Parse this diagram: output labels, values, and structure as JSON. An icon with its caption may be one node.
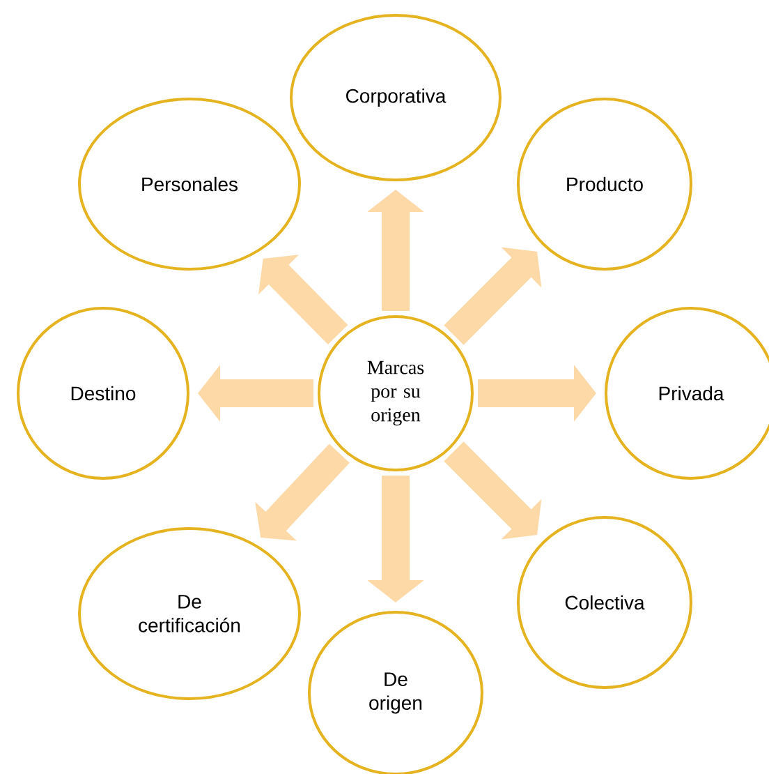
{
  "diagram": {
    "nodes": [
      {
        "text": [
          "Marcas por su origen"
        ]
      },
      {
        "text": [
          "Corporativa"
        ]
      },
      {
        "text": [
          "Producto"
        ]
      },
      {
        "text": [
          "Privada"
        ]
      },
      {
        "text": [
          "Colectiva"
        ]
      },
      {
        "text": [
          "De origen"
        ]
      },
      {
        "text": [
          "De certificación"
        ]
      },
      {
        "text": [
          "Destino"
        ]
      },
      {
        "text": [
          "Personales"
        ]
      }
    ],
    "edges": [
      {
        "from": 0,
        "to": 1,
        "arrow": "to"
      },
      {
        "from": 0,
        "to": 2,
        "arrow": "to"
      },
      {
        "from": 0,
        "to": 3,
        "arrow": "to"
      },
      {
        "from": 0,
        "to": 4,
        "arrow": "to"
      },
      {
        "from": 0,
        "to": 5,
        "arrow": "to"
      },
      {
        "from": 0,
        "to": 6,
        "arrow": "to"
      },
      {
        "from": 0,
        "to": 7,
        "arrow": "to"
      },
      {
        "from": 0,
        "to": 8,
        "arrow": "to"
      }
    ]
  }
}
